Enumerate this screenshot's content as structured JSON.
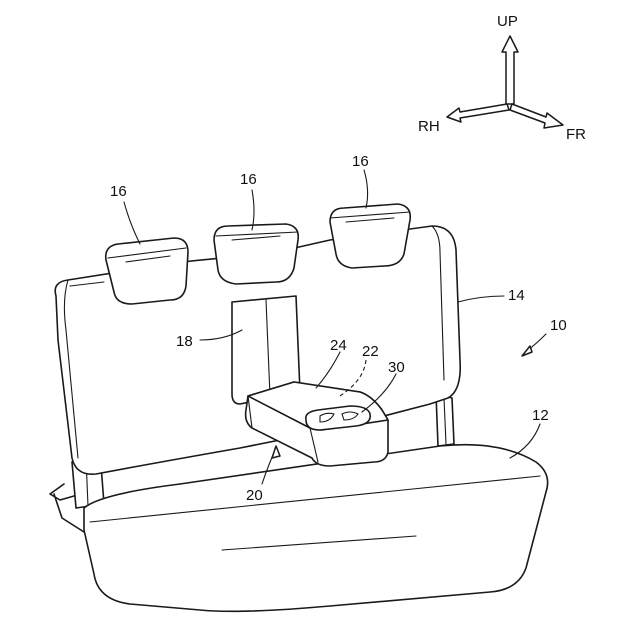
{
  "directions": {
    "up": "UP",
    "rh": "RH",
    "fr": "FR"
  },
  "labels": {
    "seat_device": "10",
    "seat_cushion": "12",
    "seatback": "14",
    "headrest_left": "16",
    "headrest_center": "16",
    "headrest_right": "16",
    "armrest_recess": "18",
    "armrest": "20",
    "armrest_part_22": "22",
    "armrest_part_24": "24",
    "cup_holder": "30"
  },
  "colors": {
    "line": "#1a1a1a",
    "background": "#ffffff"
  }
}
